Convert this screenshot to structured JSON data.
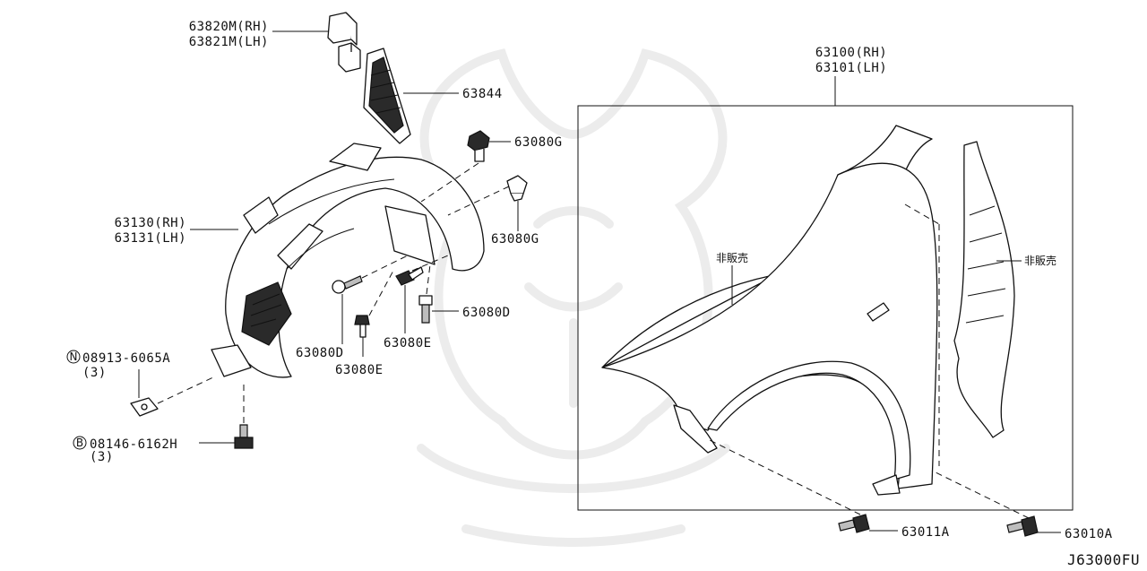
{
  "diagram_code": "J63000FU",
  "not_for_sale_note": "非販売",
  "parts": {
    "bracket": {
      "rh": "63820M(RH)",
      "lh": "63821M(LH)"
    },
    "grille": "63844",
    "clip_top": "63080G",
    "clip_right": "63080G",
    "fender_protector": {
      "rh": "63130(RH)",
      "lh": "63131(LH)"
    },
    "screw_d_right": "63080D",
    "screw_d_bottom": "63080D",
    "screw_e_mid": "63080E",
    "screw_e_bottom": "63080E",
    "nut": {
      "mark": "N",
      "part": "08913-6065A",
      "qty": "(3)"
    },
    "bolt": {
      "mark": "B",
      "part": "08146-6162H",
      "qty": "(3)"
    },
    "fender": {
      "rh": "63100(RH)",
      "lh": "63101(LH)"
    },
    "fender_bolt_a": "63011A",
    "fender_bolt_b": "63010A"
  }
}
